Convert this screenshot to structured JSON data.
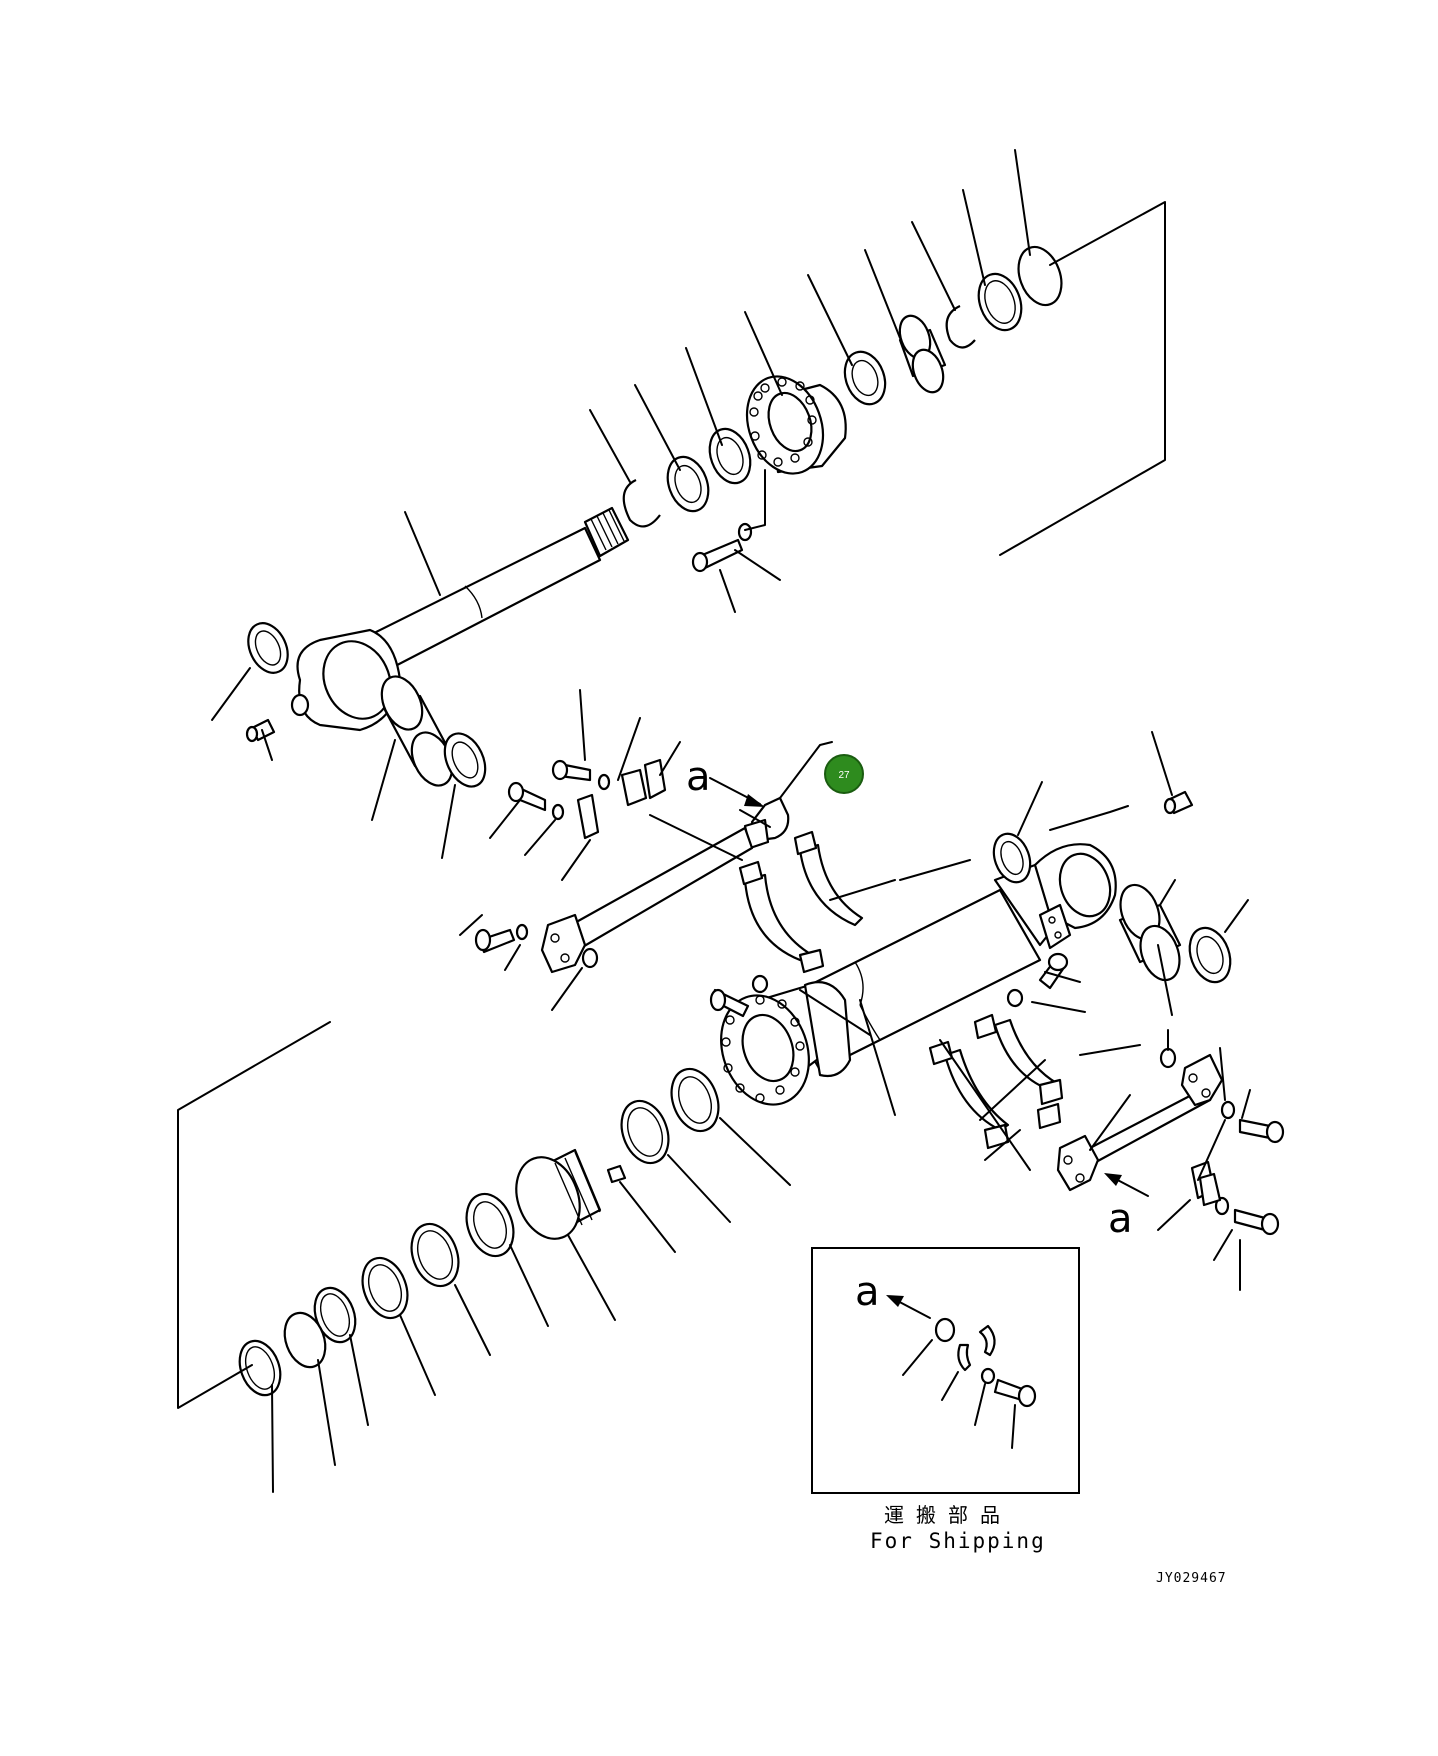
{
  "diagram": {
    "view_label_a": "a",
    "shipping_label_jp": "運搬部品",
    "shipping_label_en": "For Shipping",
    "drawing_code": "JY029467",
    "callout": {
      "number": "27",
      "color": "#2e8b1e"
    }
  }
}
